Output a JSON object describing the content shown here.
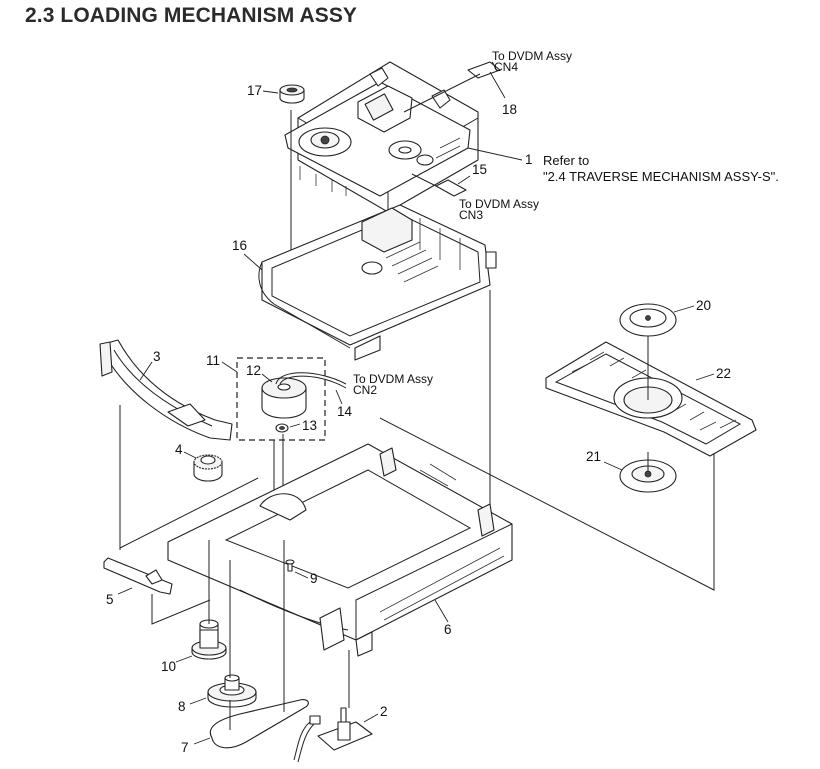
{
  "page": {
    "title": "2.3 LOADING MECHANISM ASSY"
  },
  "callouts": {
    "c1": "1",
    "c2": "2",
    "c3": "3",
    "c4": "4",
    "c5": "5",
    "c6": "6",
    "c7": "7",
    "c8": "8",
    "c9": "9",
    "c10": "10",
    "c11": "11",
    "c12": "12",
    "c13": "13",
    "c14": "14",
    "c15": "15",
    "c16": "16",
    "c17": "17",
    "c18": "18",
    "c20": "20",
    "c21": "21",
    "c22": "22"
  },
  "notes": {
    "cn4_line1": "To DVDM Assy",
    "cn4_line2": "CN4",
    "cn3_line1": "To DVDM Assy",
    "cn3_line2": "CN3",
    "cn2_line1": "To DVDM Assy",
    "cn2_line2": "CN2",
    "refer_line1": "Refer to",
    "refer_line2": "\"2.4 TRAVERSE MECHANISM ASSY-S\"."
  }
}
